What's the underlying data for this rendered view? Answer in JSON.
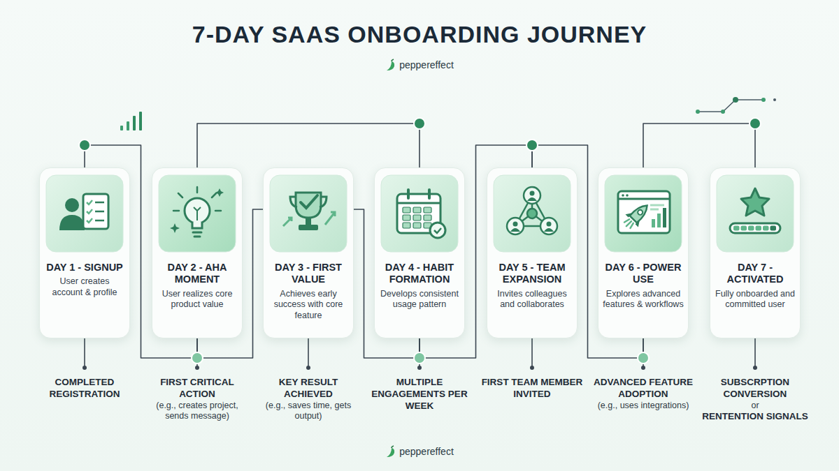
{
  "diagram": {
    "title": "7-DAY SAAS ONBOARDING JOURNEY",
    "nodes": [
      {
        "text": [
          "DAY 1 - SIGNUP",
          "User creates account & profile"
        ]
      },
      {
        "text": [
          "DAY 2 - AHA MOMENT",
          "User realizes core product value"
        ]
      },
      {
        "text": [
          "DAY 3 - FIRST VALUE",
          "Achieves early success with core feature"
        ]
      },
      {
        "text": [
          "DAY 4 - HABIT FORMATION",
          "Develops consistent usage pattern"
        ]
      },
      {
        "text": [
          "DAY 5 - TEAM EXPANSION",
          "Invites colleagues and collaborates"
        ]
      },
      {
        "text": [
          "DAY 6 - POWER USE",
          "Explores advanced features & workflows"
        ]
      },
      {
        "text": [
          "DAY 7 - ACTIVATED",
          "Fully onboarded and committed user"
        ]
      }
    ],
    "edges": [
      {
        "from": 0,
        "to": 1,
        "arrow": "none"
      },
      {
        "from": 1,
        "to": 2,
        "arrow": "none"
      },
      {
        "from": 1,
        "to": 3,
        "arrow": "none"
      },
      {
        "from": 2,
        "to": 3,
        "arrow": "none"
      },
      {
        "from": 3,
        "to": 4,
        "arrow": "none"
      },
      {
        "from": 4,
        "to": 5,
        "arrow": "none"
      },
      {
        "from": 5,
        "to": 6,
        "arrow": "none"
      }
    ],
    "labels": [
      "peppereffect",
      "COMPLETED REGISTRATION",
      "FIRST CRITICAL ACTION",
      "(e.g., creates project, sends message)",
      "KEY RESULT ACHIEVED",
      "(e.g., saves time, gets output)",
      "MULTIPLE ENGAGEMENTS PER WEEK",
      "FIRST TEAM MEMBER INVITED",
      "ADVANCED FEATURE ADOPTION",
      "(e.g., uses integrations)",
      "SUBSCRPTION CONVERSION",
      "or",
      "RENTENTION SIGNALS",
      "peppereffect"
    ]
  }
}
